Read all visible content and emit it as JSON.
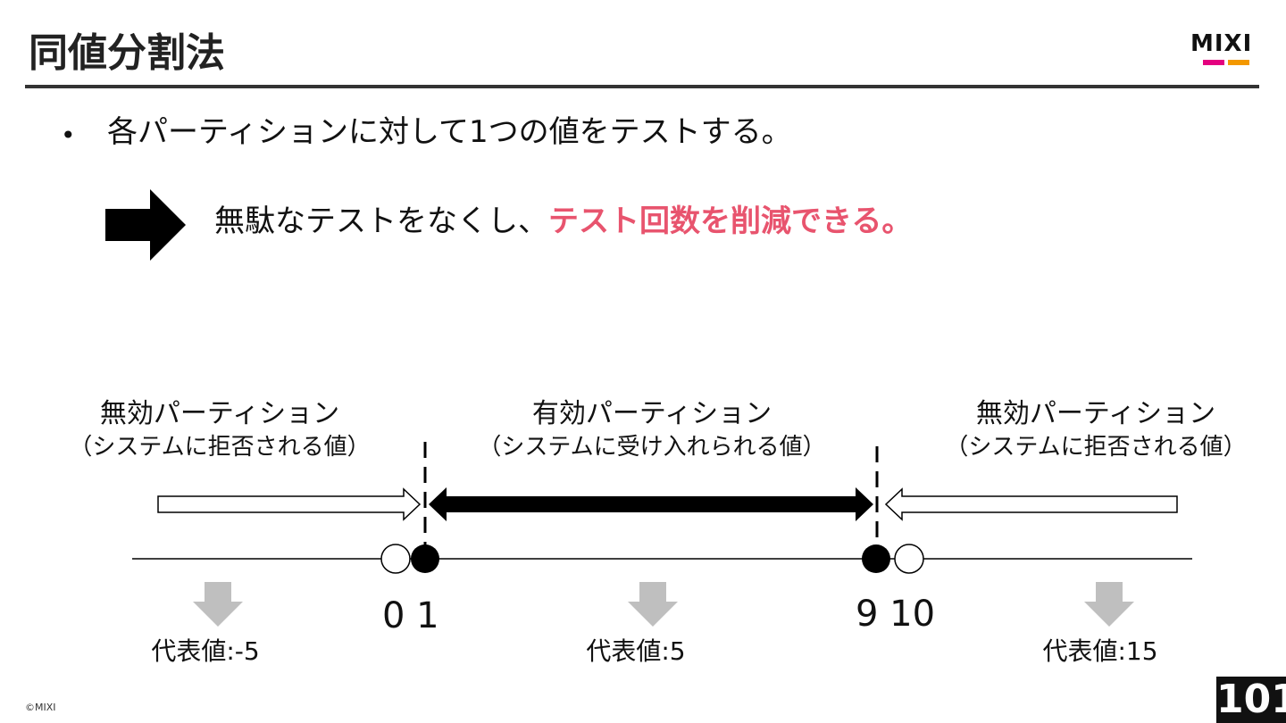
{
  "header": {
    "title": "同値分割法",
    "logo_text": "MIXI"
  },
  "body": {
    "bullet": "各パーティションに対して1つの値をテストする。",
    "point_prefix": "無駄なテストをなくし、",
    "point_highlight": "テスト回数を削減できる。"
  },
  "diagram": {
    "left_partition": {
      "label": "無効パーティション",
      "sub": "（システムに拒否される値）",
      "representative": "代表値:-5"
    },
    "middle_partition": {
      "label": "有効パーティション",
      "sub": "（システムに受け入れられる値）",
      "representative": "代表値:5"
    },
    "right_partition": {
      "label": "無効パーティション",
      "sub": "（システムに拒否される値）",
      "representative": "代表値:15"
    },
    "numbers": {
      "left": "0 1",
      "right": "9 10"
    }
  },
  "footer": {
    "copyright": "©MIXI",
    "page_number": "101"
  },
  "colors": {
    "highlight": "#e8546e",
    "rep_arrow": "#bfbfbf",
    "logo_pink": "#e4007f",
    "logo_orange": "#f39800"
  }
}
